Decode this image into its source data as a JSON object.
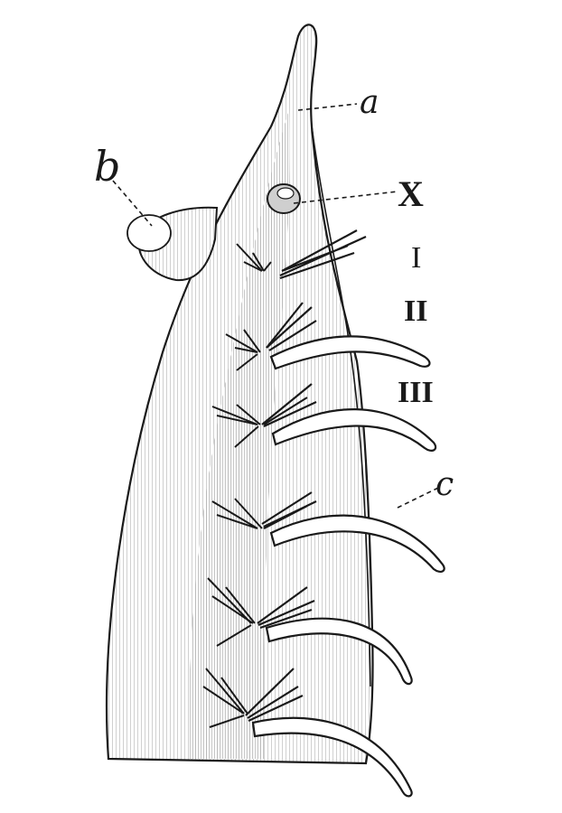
{
  "labels": {
    "a": "a",
    "b": "b",
    "c": "c",
    "x": "X",
    "seg1": "I",
    "seg2": "II",
    "seg3": "III"
  },
  "colors": {
    "ink": "#1a1a1a",
    "paper": "#ffffff",
    "shade": "#cfcfcf"
  }
}
